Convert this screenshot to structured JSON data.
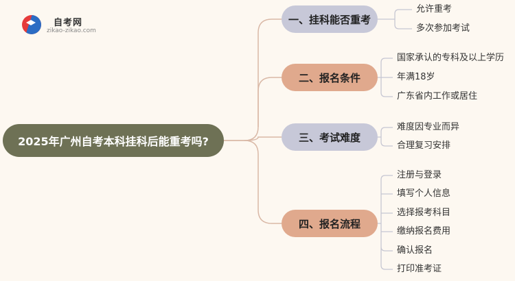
{
  "logo": {
    "title": "自考网",
    "subtitle": "zikao-zikao.com"
  },
  "root": "2025年广州自考本科挂科后能重考吗?",
  "branches": [
    {
      "label": "一、挂科能否重考",
      "style": "gray",
      "items": [
        "允许重考",
        "多次参加考试"
      ]
    },
    {
      "label": "二、报名条件",
      "style": "tan",
      "items": [
        "国家承认的专科及以上学历",
        "年满18岁",
        "广东省内工作或居住"
      ]
    },
    {
      "label": "三、考试难度",
      "style": "gray",
      "items": [
        "难度因专业而异",
        "合理复习安排"
      ]
    },
    {
      "label": "四、报名流程",
      "style": "tan",
      "items": [
        "注册与登录",
        "填写个人信息",
        "选择报考科目",
        "缴纳报名费用",
        "确认报名",
        "打印准考证"
      ]
    }
  ],
  "colors": {
    "background": "#fdf8f1",
    "root": "#6e7155",
    "branch_gray": "#c7c8d8",
    "branch_tan": "#e0a98d",
    "connector_root": "#d9b8a6",
    "connector_leaf": "#c6c6d2"
  }
}
